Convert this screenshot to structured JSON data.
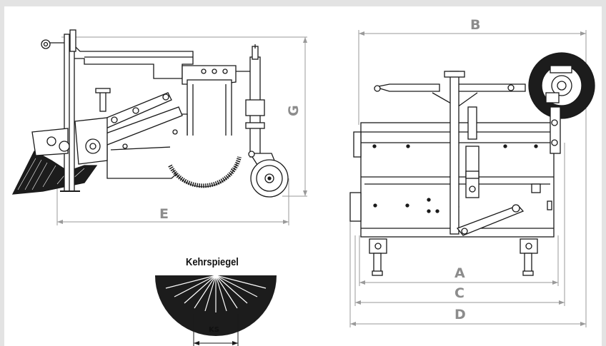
{
  "labels": {
    "B": "B",
    "G": "G",
    "E": "E",
    "A": "A",
    "C": "C",
    "D": "D",
    "title": "Kehrspiegel",
    "ks": "KS"
  },
  "colors": {
    "background": "#e3e3e3",
    "panel": "#ffffff",
    "dimension_line": "#9a9a9a",
    "dimension_label": "#8c8c8c",
    "drawing": "#1a1a1a"
  }
}
